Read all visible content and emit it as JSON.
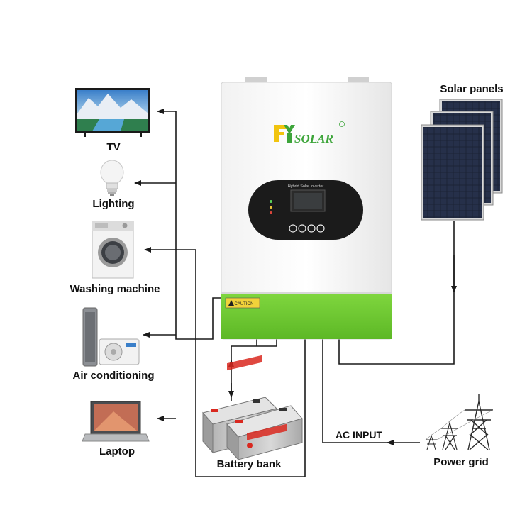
{
  "brand": {
    "logo_text": "FYSOLAR",
    "panel_caption": "Hybrid Solar Inverter",
    "caution_label": "CAUTION"
  },
  "devices": {
    "tv": "TV",
    "lighting": "Lighting",
    "washing_machine": "Washing machine",
    "air_conditioning": "Air conditioning",
    "laptop": "Laptop"
  },
  "sources": {
    "solar_panels": "Solar panels",
    "power_grid": "Power grid",
    "battery_bank": "Battery bank"
  },
  "connections": {
    "ac_input": "AC INPUT"
  },
  "colors": {
    "inverter_green": "#6ccb2e",
    "line": "#1a1a1a",
    "panel_cell": "#1c2336",
    "battery_body": "#c9c9c9",
    "battery_red": "#d9281f"
  }
}
